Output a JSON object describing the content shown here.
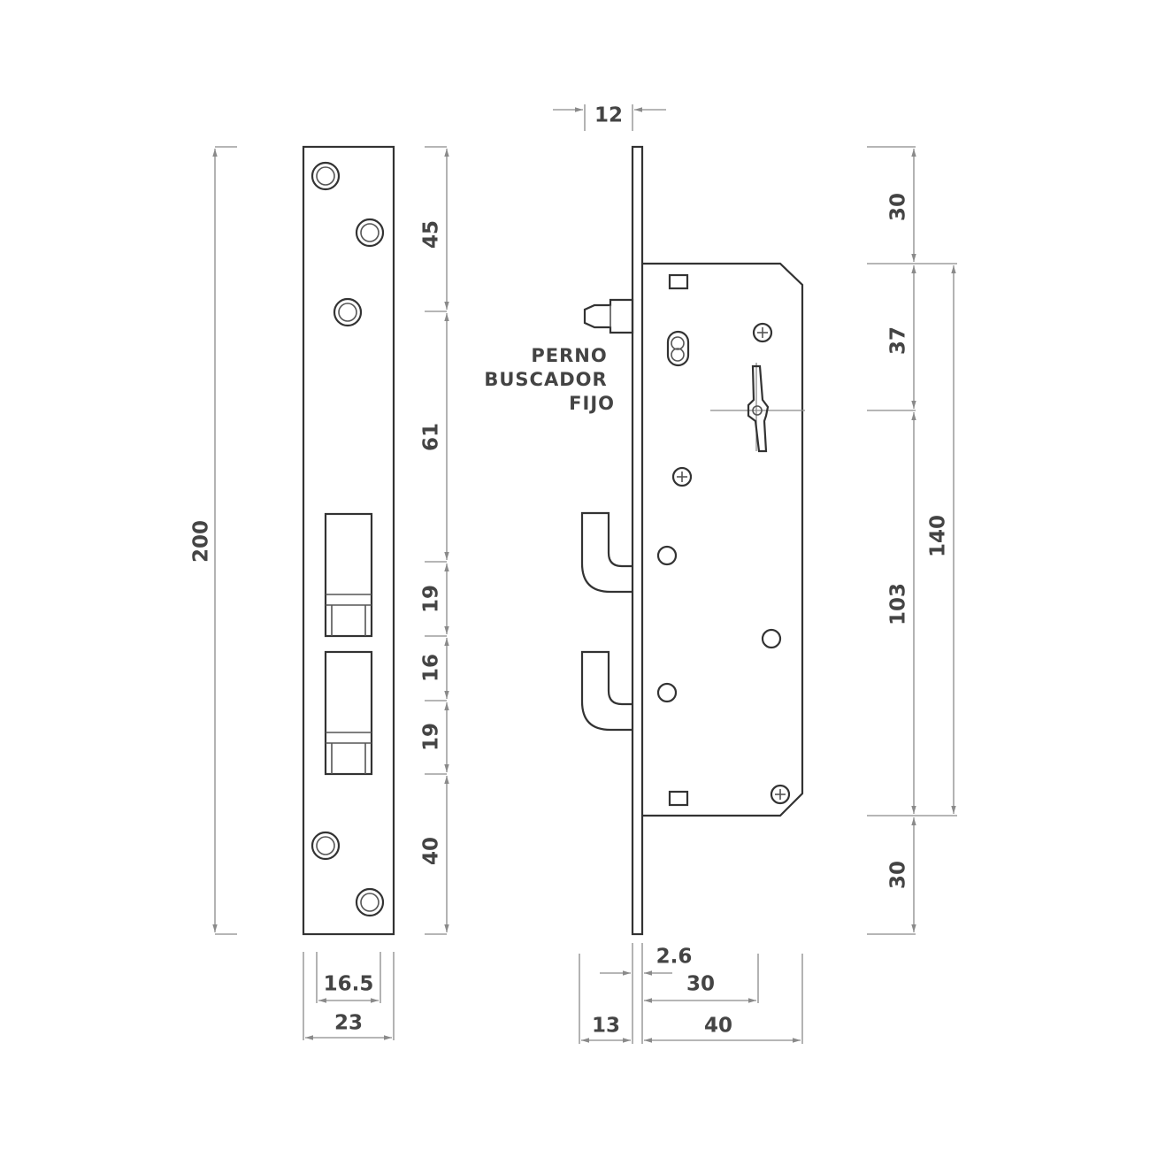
{
  "front_view": {
    "height": "200",
    "width_outer": "23",
    "width_inner": "16.5",
    "segments": [
      "45",
      "61",
      "19",
      "16",
      "19",
      "40"
    ]
  },
  "side_view": {
    "top_offset": "12",
    "segments": [
      "30",
      "37",
      "103",
      "30"
    ],
    "case_height": "140",
    "plate_thickness": "2.6",
    "backset": "30",
    "case_depth": "40",
    "bolt_projection": "13",
    "label_lines": [
      "PERNO",
      "BUSCADOR",
      "FIJO"
    ]
  }
}
